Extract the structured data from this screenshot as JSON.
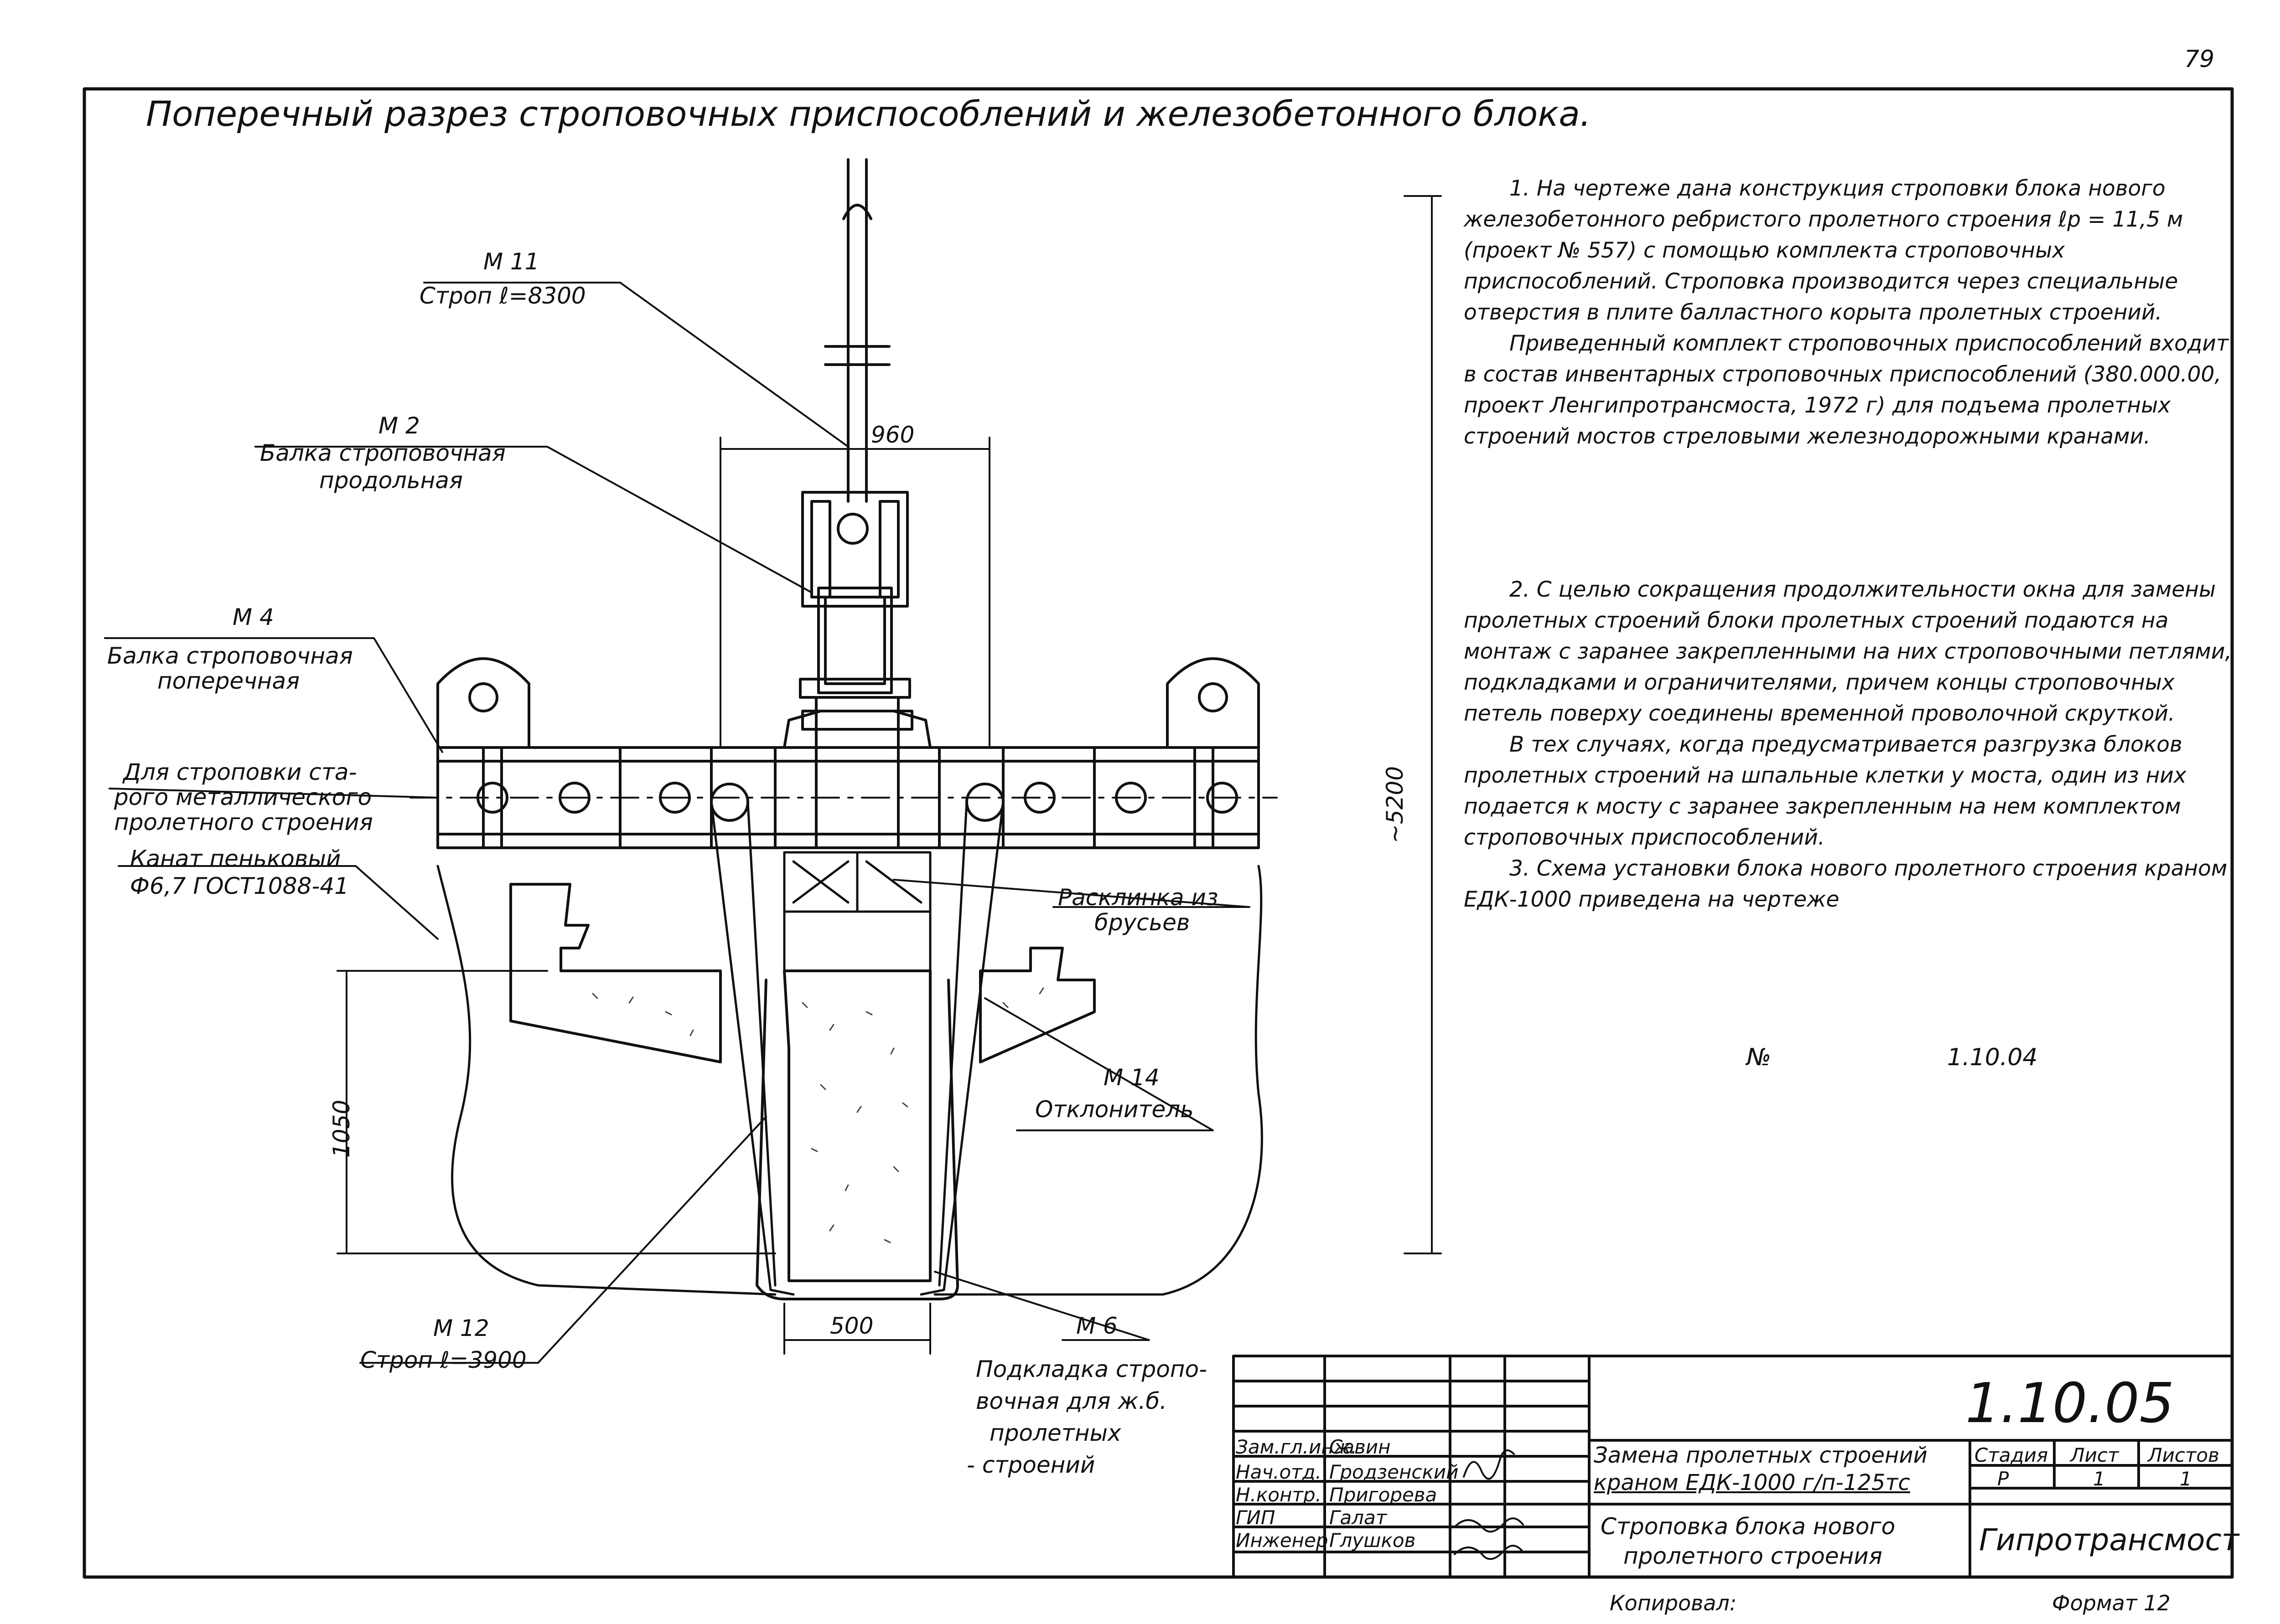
{
  "page_number": "79",
  "title": "Поперечный разрез строповочных приспособлений и железобетонного блока.",
  "notes": [
    "1. На чертеже дана конструкция строповки блока нового железобетонного ребристого пролетного строения ℓр = 11,5 м  (проект № 557) с помощью комплекта строповочных приспособлений. Строповка производится через специальные отверстия в плите балластного корыта пролетных строений.",
    "Приведенный комплект строповочных приспособлений входит в состав инвентарных строповочных приспособлений (380.000.00, проект Ленгипротрансмоста, 1972 г) для подъема пролетных строений мостов стреловыми железнодорожными кранами.",
    "2. С целью сокращения продолжительности окна для замены пролетных строений блоки пролетных строений подаются на монтаж с заранее закрепленными на них строповочными петлями, подкладками и ограничителями, причем концы строповочных петель поверху соединены временной проволочной скруткой.",
    "В тех случаях, когда предусматривается разгрузка блоков пролетных строений на шпальные клетки у моста, один из них подается к мосту с заранее закрепленным на нем комплектом строповочных приспособлений.",
    "3. Схема установки блока нового пролетного строения краном ЕДК-1000 приведена на чертеже"
  ],
  "drawing_ref": {
    "no_label": "№",
    "number": "1.10.04"
  },
  "labels": {
    "m11_code": "М 11",
    "m11_text": "Строп ℓ=8300",
    "m2_code": "М 2",
    "m2_text1": "Балка строповочная",
    "m2_text2": "продольная",
    "m4_code": "М 4",
    "m4_text1": "Балка строповочная",
    "m4_text2": "поперечная",
    "old_text1": "Для строповки ста-",
    "old_text2": "рого металлического",
    "old_text3": "пролетного строения",
    "rope_text1": "Канат пеньковый",
    "rope_text2": "Ф6,7 ГОСТ1088-41",
    "spacer_text1": "Расклинка из",
    "spacer_text2": "брусьев",
    "m14_code": "М 14",
    "m14_text": "Отклонитель",
    "m12_code": "М 12",
    "m12_text": "Строп ℓ=3900",
    "m6_code": "М 6",
    "m6_text1": "Подкладка стропо-",
    "m6_text2": "вочная для ж.б.",
    "m6_text3": "пролетных",
    "m6_text4": "- строений"
  },
  "dimensions": {
    "top_width": "960",
    "height_total": "~5200",
    "block_height": "1050",
    "bottom_width": "500"
  },
  "stamp": {
    "code": "1.10.05",
    "roles": [
      "Зам.гл.инж.",
      "Нач.отд.",
      "Н.контр.",
      "ГИП",
      "Инженер"
    ],
    "names": [
      "Савин",
      "Гродзенский",
      "Пригорева",
      "Галат",
      "Глушков"
    ],
    "project_title1": "Замена пролетных строений",
    "project_title2": "краном ЕДК-1000 г/п-125тс",
    "sheet_title1": "Строповка блока нового",
    "sheet_title2": "пролетного строения",
    "stage_label": "Стадия",
    "sheet_label": "Лист",
    "sheets_label": "Листов",
    "stage": "Р",
    "sheet": "1",
    "sheets": "1",
    "org": "Гипротрансмост"
  },
  "footer": {
    "copied": "Копировал:",
    "format": "Формат 12"
  }
}
